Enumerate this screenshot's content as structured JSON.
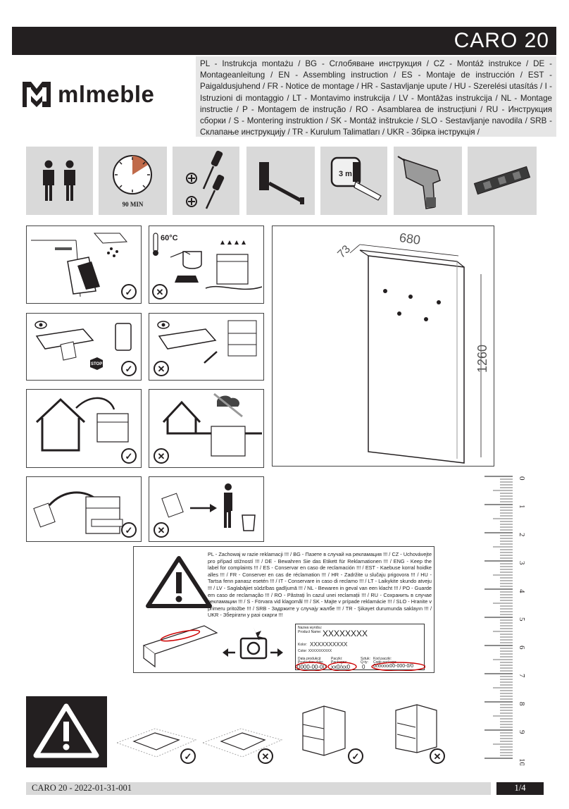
{
  "header": {
    "title": "CARO 20"
  },
  "brand": {
    "name": "mlmeble"
  },
  "languages": "PL - Instrukcja montażu / BG - Сглобяване инструкция / CZ - Montáž instrukce / DE - Montageanleitung / EN - Assembling instruction / ES - Montaje de instrucción / EST - Paigaldusjuhend / FR - Notice de montage / HR - Sastavljanje upute / HU - Szerelési utasítás / I - Istruzioni di montaggio / LT - Montavimo instrukcija / LV - Montāžas instrukcija / NL - Montage instructie / P - Montagem de instrução / RO - Asamblarea de instrucțiuni / RU - Инструкция сборки / S - Montering instruktion / SK - Montáž inštrukcie / SLO - Sestavljanje navodila / SRB - Склапање инструкцију / TR - Kurulum Talimatları / UKR - Збірка інструкція /",
  "tools": {
    "time_label": "90 MIN",
    "tape_label": "3 m"
  },
  "care": {
    "temperature": "60°C",
    "stop_label": "STOP"
  },
  "dimensions": {
    "depth": "73",
    "width": "680",
    "height": "1260"
  },
  "ruler": {
    "marks": [
      "0",
      "1",
      "2",
      "3",
      "4",
      "5",
      "6",
      "7",
      "8",
      "9",
      "10"
    ]
  },
  "complaint": {
    "text": "PL - Zachowaj w razie reklamacji !!! / BG - Пазете в случай на рекламация !!! / CZ - Uchovávejte pro případ stížností !!! / DE - Bewahren Sie das Etikett für Reklamationen !!! / ENG - Keep the label for complaints !!! / ES - Conservar en caso de reclamación !!! / EST - Kaebuse korral hoidke alles !!! / FR - Conserver en cas de réclamation !!! / HR - Zadržite u slučaju prigovora !!! / HU - Tartsa fenn panasz esetén !!! / IT - Conservare in caso di reclamo !!! / LT - Laikykite skundo atveju !!! / LV - Saglabājiet sūdzības gadījumā !!! / NL - Bewaren in geval van een klacht !!! / PO - Guarde em caso de reclamação !!! / RO - Păstrați în cazul unei reclamații !!! / RU - Сохранить в случае рекламации !!! / S - Förvara vid klagomål !!! / SK - Majte v prípade reklamácie !!! / SLO - Hranite v primeru pritožbe !!! / SRB - Задржите у случају жалбе !!! / TR - Şikayet durumunda saklayın !!! / UKR - Зберігати у разі скарги !!!",
    "label": {
      "product_name_label": "Nazwa wyrobu:",
      "product_name_label_en": "Product Name:",
      "product_name_value": "XXXXXXXX",
      "color_label": "Kolor:",
      "color_value": "XXXXXXXXXX",
      "color_label_en": "Color: XXXXXXXXXX",
      "production_date_label": "Data produkcji:",
      "production_date_label_en": "Production date:",
      "production_date_value": "0000-00-00",
      "packages_label": "Paczki:",
      "packages_label_en": "Packages:",
      "packages_value": "xx0/xx0",
      "qty_label": "Sztuk:",
      "qty_label_en": "Q-ty:",
      "qty_value": "0",
      "code_label": "Kod paczki:",
      "code_label_en": "Code package:",
      "code_value": "0/xxxxx00-000-0/0"
    }
  },
  "footer": {
    "doc_id": "CARO 20 - 2022-01-31-001",
    "page": "1/4"
  }
}
